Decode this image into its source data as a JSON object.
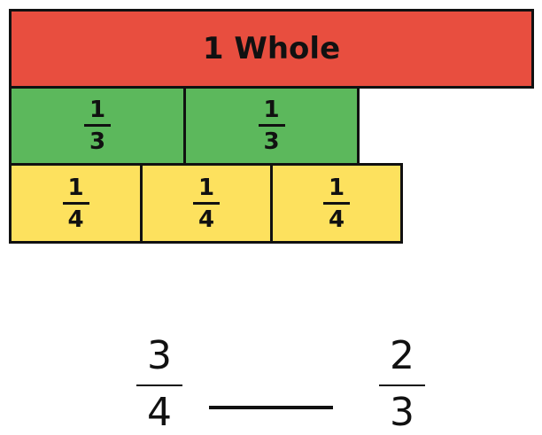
{
  "colors": {
    "whole": "#E84E3F",
    "third": "#5CB85C",
    "quarter": "#FDE15E"
  },
  "strip": {
    "whole_label": "1 Whole",
    "thirds": [
      {
        "num": "1",
        "den": "3"
      },
      {
        "num": "1",
        "den": "3"
      }
    ],
    "quarters": [
      {
        "num": "1",
        "den": "4"
      },
      {
        "num": "1",
        "den": "4"
      },
      {
        "num": "1",
        "den": "4"
      }
    ]
  },
  "comparison": {
    "left": {
      "num": "3",
      "den": "4"
    },
    "right": {
      "num": "2",
      "den": "3"
    }
  }
}
